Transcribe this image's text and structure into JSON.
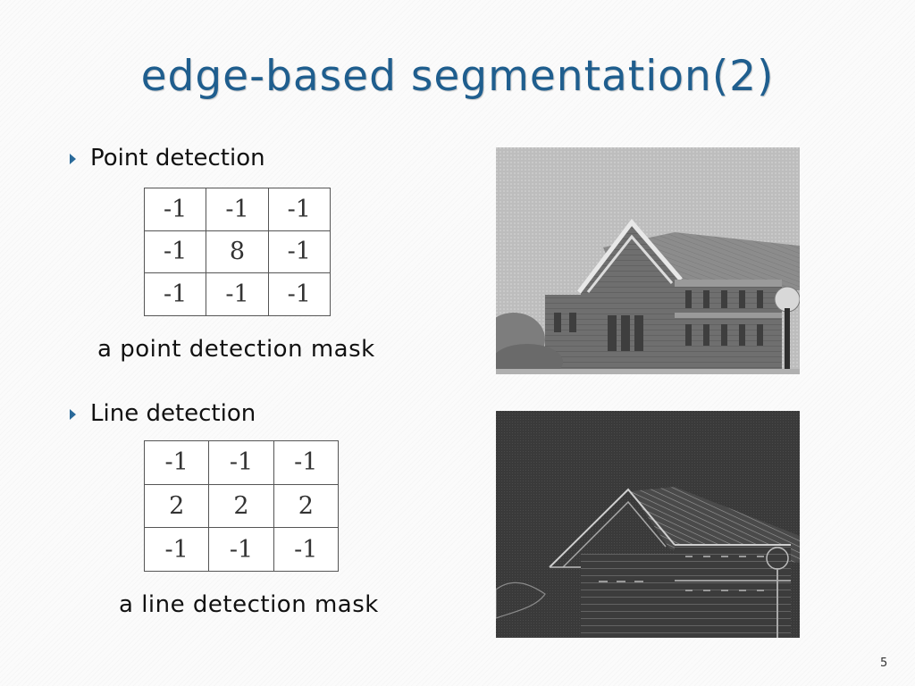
{
  "slide": {
    "title": "edge-based segmentation(2)",
    "page_number": "5"
  },
  "point": {
    "bullet": "Point detection",
    "mask": [
      [
        "-1",
        "-1",
        "-1"
      ],
      [
        "-1",
        "8",
        "-1"
      ],
      [
        "-1",
        "-1",
        "-1"
      ]
    ],
    "caption": "a point detection mask"
  },
  "line": {
    "bullet": "Line detection",
    "mask": [
      [
        "-1",
        "-1",
        "-1"
      ],
      [
        "2",
        "2",
        "2"
      ],
      [
        "-1",
        "-1",
        "-1"
      ]
    ],
    "caption": "a line detection mask"
  },
  "colors": {
    "title": "#1f5e8e",
    "bullet_arrow": "#2a6a9a"
  }
}
